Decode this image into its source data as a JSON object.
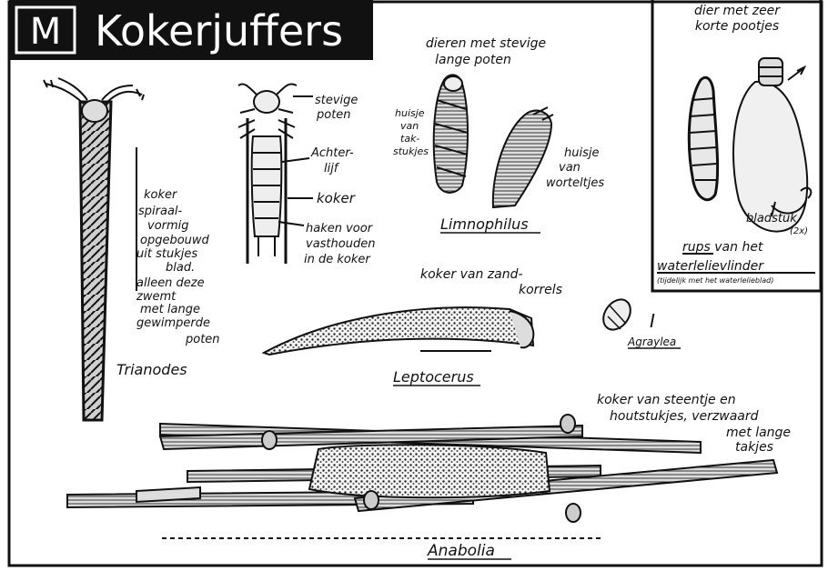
{
  "header": {
    "badge_letter": "M",
    "title": "Kokerjuffers"
  },
  "colors": {
    "ink": "#111111",
    "paper": "#ffffff",
    "header_bg": "#111111",
    "header_text": "#ffffff"
  },
  "labels": {
    "trianodes": {
      "name": "Trianodes",
      "note": [
        "koker",
        "spiraal-",
        "vormig",
        "opgebouwd",
        "uit stukjes",
        "blad.",
        "alleen deze",
        "zwemt",
        "met lange",
        "gewimperde",
        "poten"
      ]
    },
    "larva": {
      "stevige_poten": [
        "stevige",
        "poten"
      ],
      "achterlijf": [
        "Achter-",
        "lijf"
      ],
      "koker": "koker",
      "haken": [
        "haken voor",
        "vasthouden",
        "in de koker"
      ]
    },
    "limnophilus": {
      "name": "Limnophilus",
      "top_note": [
        "dieren met stevige",
        "lange poten"
      ],
      "huisje_takjes": [
        "huisje",
        "van",
        "tak-",
        "stukjes"
      ],
      "huisje_worteltjes": [
        "huisje",
        "van",
        "worteltjes"
      ]
    },
    "caterpillar_box": {
      "top_note": [
        "dier met zeer",
        "korte pootjes"
      ],
      "bladstuk": "bladstuk",
      "bladstuk_sub": "(2x)",
      "caption_1": "rups van het",
      "caption_2": "waterlelievlinder",
      "caption_3": "(tijdelijk met het waterlelieblad)"
    },
    "leptocerus": {
      "name": "Leptocerus",
      "note": [
        "koker van zand-",
        "korrels"
      ]
    },
    "agraylea": {
      "name": "Agraylea",
      "scale": "I"
    },
    "anabolia": {
      "name": "Anabolia",
      "note": [
        "koker van steentje en",
        "houtstukjes, verzwaard",
        "met lange",
        "takjes"
      ]
    }
  }
}
